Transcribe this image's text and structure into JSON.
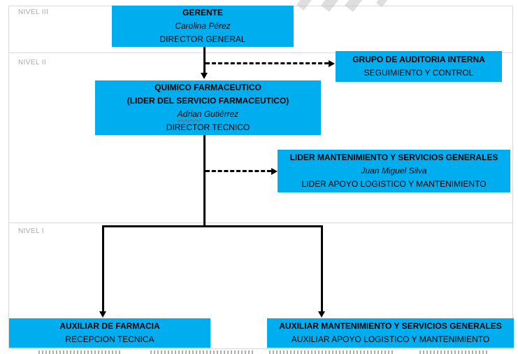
{
  "diagram": {
    "accent_color": "#00AEEF",
    "line_color": "#000000",
    "band_border_color": "#D9D9D9",
    "level_label_color": "#A9A9A9",
    "levels": [
      {
        "label": "NIVEL III"
      },
      {
        "label": "NIVEL II"
      },
      {
        "label": "NIVEL I"
      }
    ],
    "nodes": {
      "gerente": {
        "title": "GERENTE",
        "name": "Carolina Pérez",
        "role": "DIRECTOR GENERAL"
      },
      "auditoria": {
        "title": "GRUPO DE AUDITORIA INTERNA",
        "role": "SEGUIMIENTO Y CONTROL"
      },
      "quimico": {
        "title": "QUIMICO FARMACEUTICO",
        "subtitle": "(LIDER DEL SERVICIO FARMACEUTICO)",
        "name_first": "Adrian",
        "name_last": "Gutiérrez",
        "role": "DIRECTOR TECNICO"
      },
      "mantenimiento": {
        "title": "LIDER MANTENIMIENTO Y SERVICIOS GENERALES",
        "name": "Juan Miguel Silva",
        "role": "LIDER APOYO LOGISTICO Y MANTENIMIENTO"
      },
      "aux_farmacia": {
        "title": "AUXILIAR DE FARMACIA",
        "role": "RECEPCION TECNICA"
      },
      "aux_mantenimiento": {
        "title": "AUXILIAR MANTENIMIENTO Y SERVICIOS GENERALES",
        "role": "AUXILIAR APOYO LOGISTICO Y MANTENIMIENTO"
      }
    }
  }
}
